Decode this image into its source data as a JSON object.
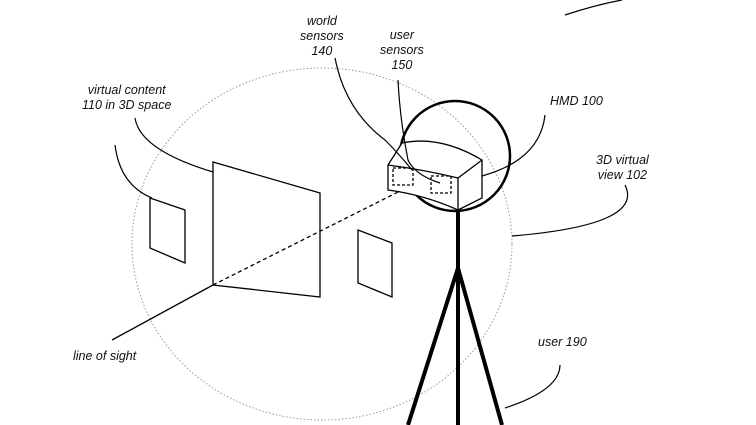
{
  "labels": {
    "world_sensors": [
      "world",
      "sensors",
      "140"
    ],
    "user_sensors": [
      "user",
      "sensors",
      "150"
    ],
    "virtual_content": [
      "virtual content",
      "110 in 3D space"
    ],
    "hmd": "HMD 100",
    "virtual_view": [
      "3D virtual",
      "view 102"
    ],
    "line_of_sight": "line of sight",
    "user": "user 190"
  }
}
